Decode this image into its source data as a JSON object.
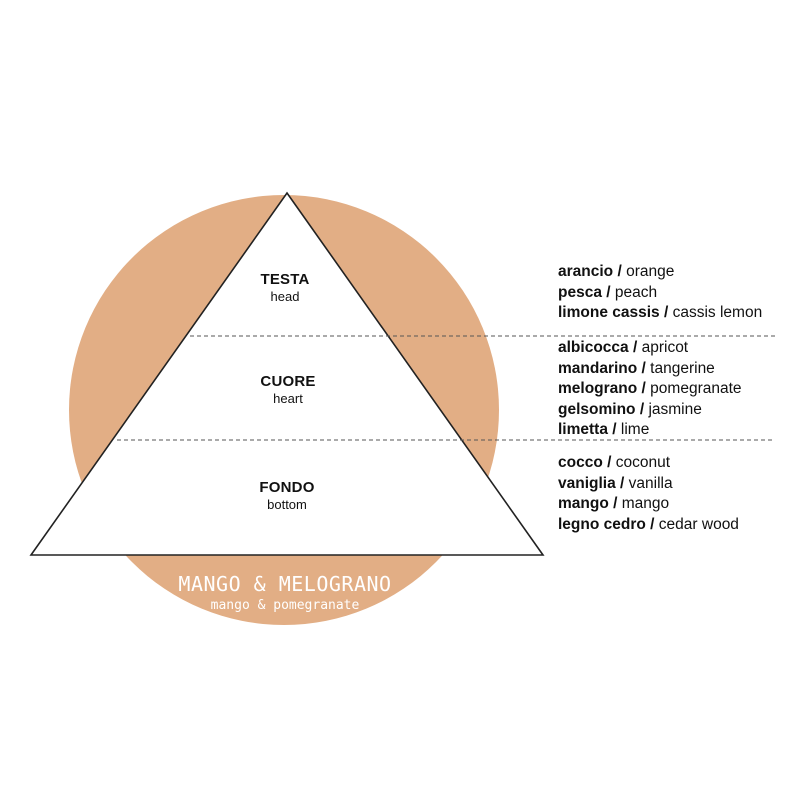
{
  "colors": {
    "circle": "#e2ae85",
    "outline": "#222222",
    "divider": "#555555"
  },
  "tiers": [
    {
      "name_it": "TESTA",
      "name_en": "head",
      "notes": [
        {
          "it": "arancio",
          "en": "orange"
        },
        {
          "it": "pesca",
          "en": "peach"
        },
        {
          "it": "limone cassis",
          "en": "cassis lemon"
        }
      ]
    },
    {
      "name_it": "CUORE",
      "name_en": "heart",
      "notes": [
        {
          "it": "albicocca",
          "en": "apricot"
        },
        {
          "it": "mandarino",
          "en": "tangerine"
        },
        {
          "it": "melograno",
          "en": "pomegranate"
        },
        {
          "it": "gelsomino",
          "en": "jasmine"
        },
        {
          "it": "limetta",
          "en": "lime"
        }
      ]
    },
    {
      "name_it": "FONDO",
      "name_en": "bottom",
      "notes": [
        {
          "it": "cocco",
          "en": "coconut"
        },
        {
          "it": "vaniglia",
          "en": "vanilla"
        },
        {
          "it": "mango",
          "en": "mango"
        },
        {
          "it": "legno cedro",
          "en": "cedar wood"
        }
      ]
    }
  ],
  "fragrance": {
    "name": "MANGO & MELOGRANO",
    "subtitle": "mango & pomegranate"
  }
}
